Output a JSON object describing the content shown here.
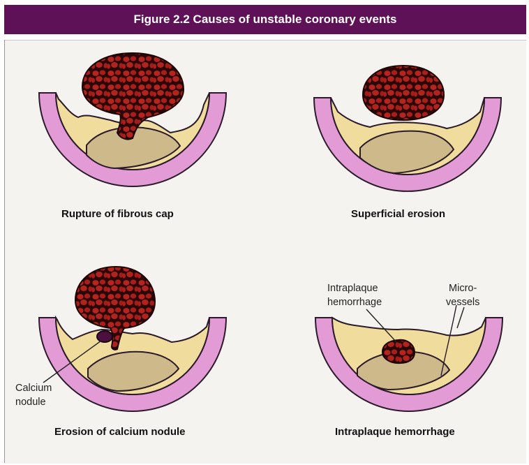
{
  "figure": {
    "title": "Figure 2.2 Causes of unstable coronary events"
  },
  "panels": [
    {
      "caption": "Rupture of fibrous cap"
    },
    {
      "caption": "Superficial erosion"
    },
    {
      "caption": "Erosion of calcium nodule"
    },
    {
      "caption": "Intraplaque hemorrhage"
    }
  ],
  "annotations": {
    "calcium_line1": "Calcium",
    "calcium_line2": "nodule",
    "iph_line1": "Intraplaque",
    "iph_line2": "hemorrhage",
    "micro_line1": "Micro-",
    "micro_line2": "vessels"
  },
  "colors": {
    "header_bg": "#5e1157",
    "panel_bg": "#f4f3ef",
    "media": "#e39bd6",
    "plaque": "#f0dd9e",
    "core": "#cdb98a",
    "thrombus": "#9b1b1b",
    "calcium": "#4b1040"
  }
}
